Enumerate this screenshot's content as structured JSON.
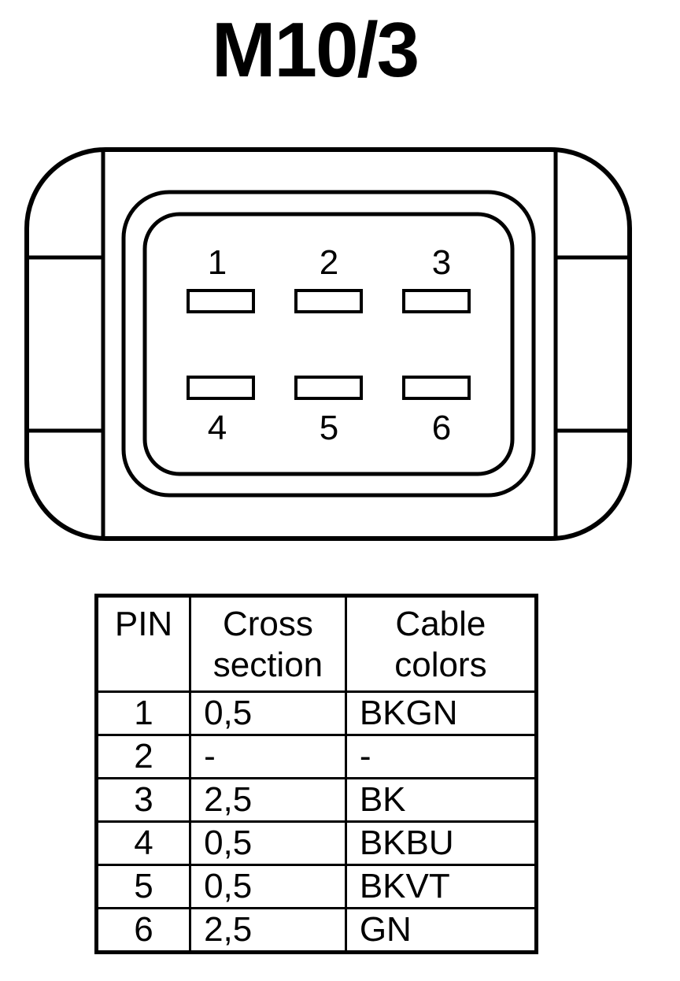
{
  "title": "M10/3",
  "connector": {
    "pin_labels": [
      "1",
      "2",
      "3",
      "4",
      "5",
      "6"
    ]
  },
  "table": {
    "headers": {
      "pin": "PIN",
      "cross_section": [
        "Cross",
        "section"
      ],
      "cable_colors": [
        "Cable",
        "colors"
      ]
    },
    "rows": [
      {
        "pin": "1",
        "cross_section": "0,5",
        "color": "BKGN"
      },
      {
        "pin": "2",
        "cross_section": "-",
        "color": "-"
      },
      {
        "pin": "3",
        "cross_section": "2,5",
        "color": "BK"
      },
      {
        "pin": "4",
        "cross_section": "0,5",
        "color": "BKBU"
      },
      {
        "pin": "5",
        "cross_section": "0,5",
        "color": "BKVT"
      },
      {
        "pin": "6",
        "cross_section": "2,5",
        "color": "GN"
      }
    ]
  }
}
